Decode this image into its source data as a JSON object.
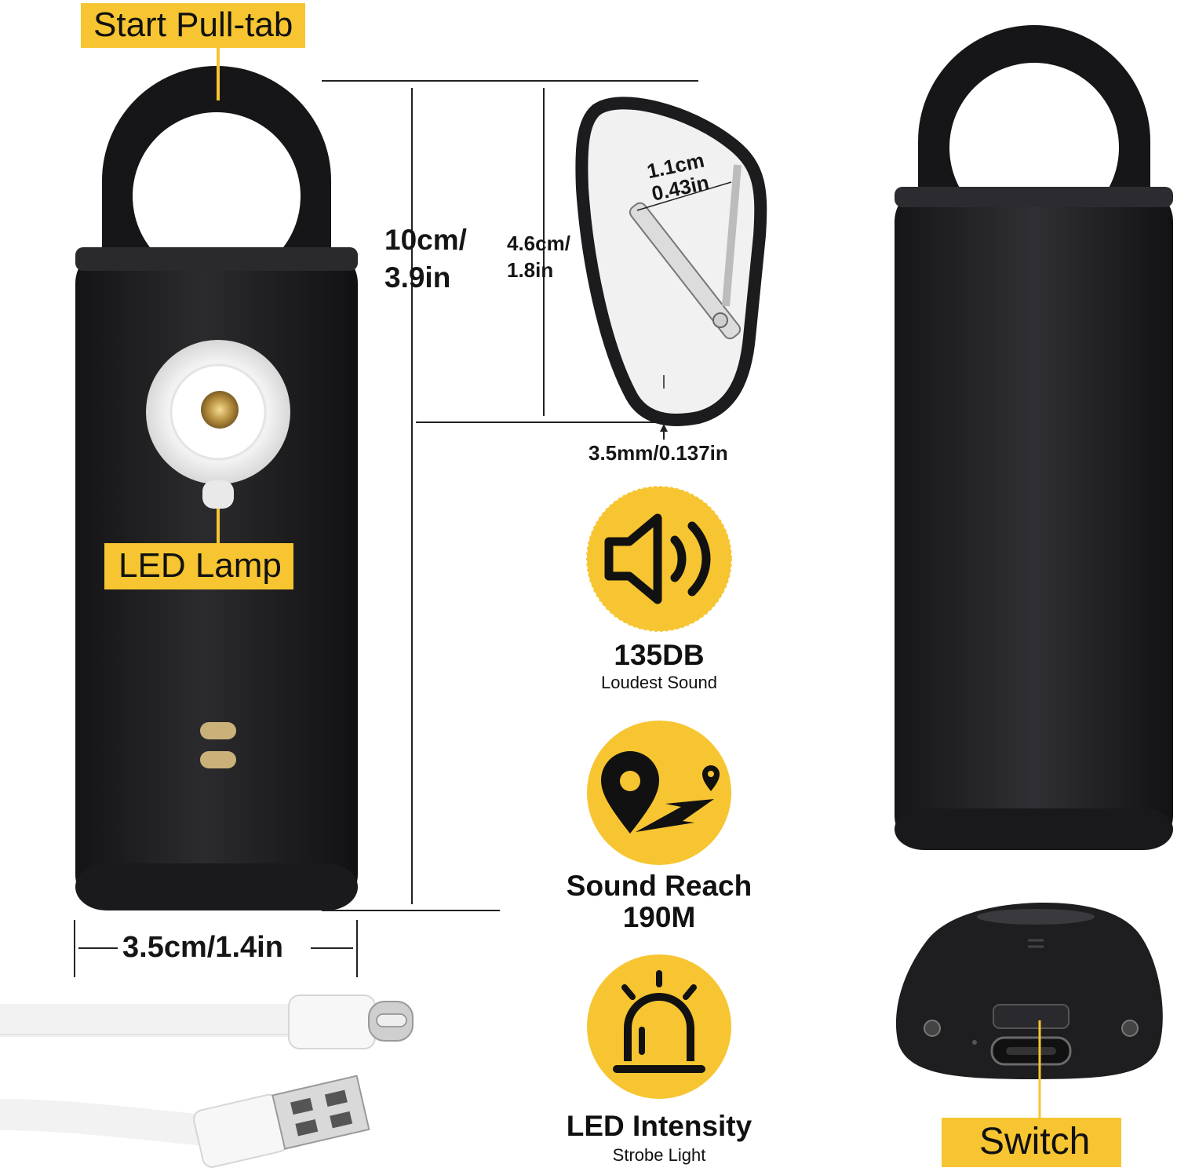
{
  "callouts": {
    "start_pull_tab": "Start Pull-tab",
    "led_lamp": "LED Lamp",
    "switch": "Switch"
  },
  "dimensions": {
    "height": "10cm/\n3.9in",
    "width": "3.5cm/1.4in",
    "carabiner_height": "4.6cm/\n1.8in",
    "carabiner_opening": "1.1cm\n0.43in",
    "wire_thickness": "3.5mm/0.137in"
  },
  "features": [
    {
      "icon": "speaker-icon",
      "title": "135DB",
      "subtitle": "Loudest Sound"
    },
    {
      "icon": "location-route-icon",
      "title": "Sound Reach\n190M",
      "subtitle": ""
    },
    {
      "icon": "alarm-siren-icon",
      "title": "LED Intensity",
      "subtitle": "Strobe Light"
    }
  ],
  "colors": {
    "accent_yellow": "#f6c531",
    "device_black": "#1c1c1e",
    "led_gold": "#c9a25a"
  }
}
